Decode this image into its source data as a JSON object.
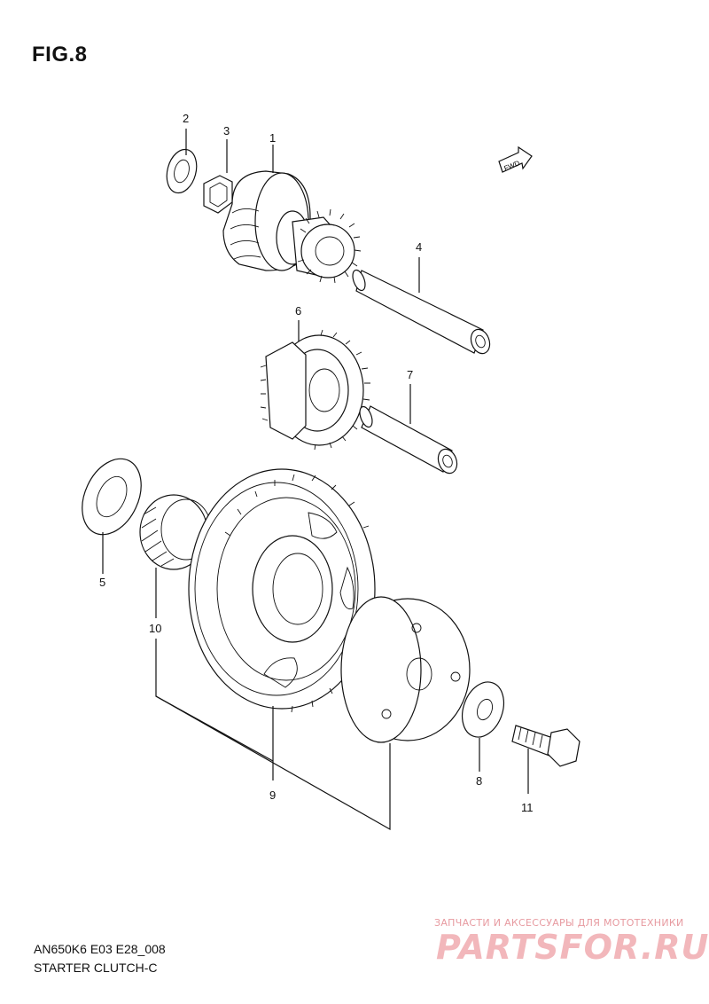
{
  "figure": {
    "title": "FIG.8",
    "code": "AN650K6 E03 E28_008",
    "name": "STARTER CLUTCH-C"
  },
  "fwd_label": "FWD",
  "callouts": {
    "c1": "1",
    "c2": "2",
    "c3": "3",
    "c4": "4",
    "c5": "5",
    "c6": "6",
    "c7": "7",
    "c8": "8",
    "c9": "9",
    "c10": "10",
    "c11": "11"
  },
  "watermark": {
    "tagline": "ЗАПЧАСТИ И АКСЕССУАРЫ ДЛЯ МОТОТЕХНИКИ",
    "brand": "PARTSFOR.RU"
  }
}
